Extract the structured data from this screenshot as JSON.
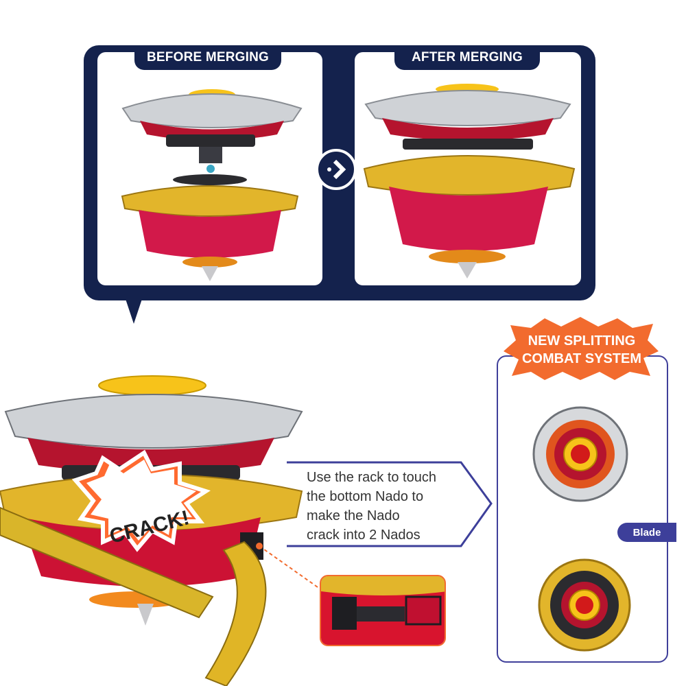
{
  "comparison": {
    "before_label": "BEFORE MERGING",
    "after_label": "AFTER MERGING"
  },
  "feature": {
    "title_line1": "NEW SPLITTING",
    "title_line2": "COMBAT SYSTEM",
    "badge": "Blade"
  },
  "callout": {
    "crack": "CRACK!",
    "instruction_line1": "Use the rack to touch",
    "instruction_line2": "the bottom Nado to",
    "instruction_line3": "make the Nado",
    "instruction_line4": "crack into 2 Nados"
  },
  "colors": {
    "navy": "#14224d",
    "accent_orange": "#f26b2e",
    "badge_indigo": "#3d3f9a",
    "gold": "#d9a520",
    "crimson": "#c8143c"
  }
}
